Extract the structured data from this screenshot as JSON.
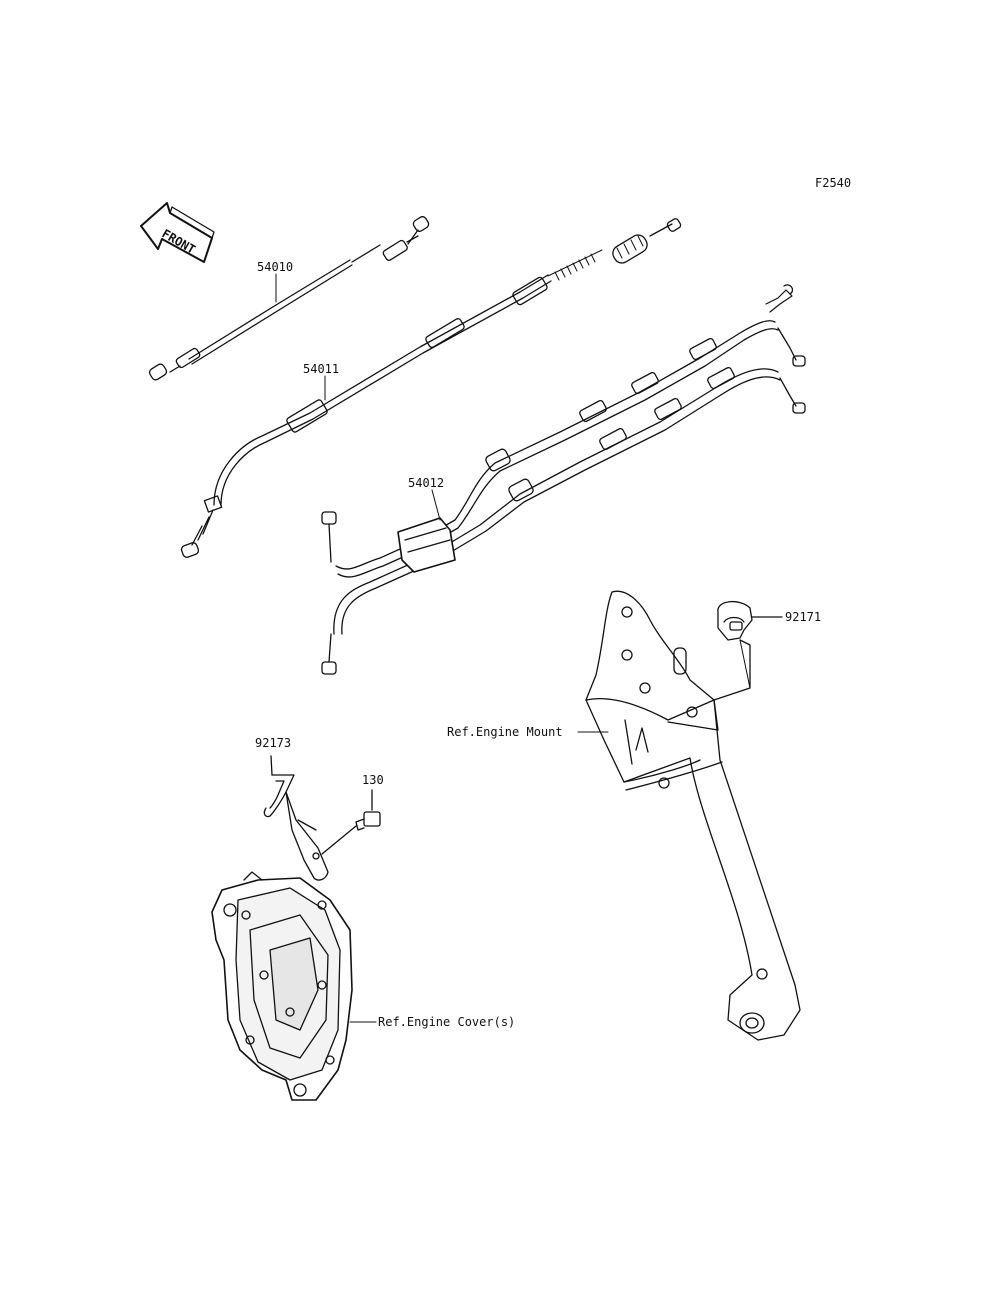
{
  "diagram": {
    "code": "F2540",
    "front_marker": "FRONT",
    "parts": [
      {
        "number": "54010"
      },
      {
        "number": "54011"
      },
      {
        "number": "54012"
      },
      {
        "number": "92171"
      },
      {
        "number": "92173"
      },
      {
        "number": "130"
      }
    ],
    "references": {
      "engine_mount": "Ref.Engine Mount",
      "engine_cover": "Ref.Engine Cover(s)"
    }
  },
  "colors": {
    "line": "#111111",
    "background": "#ffffff",
    "shade": "#d9d9d9"
  }
}
